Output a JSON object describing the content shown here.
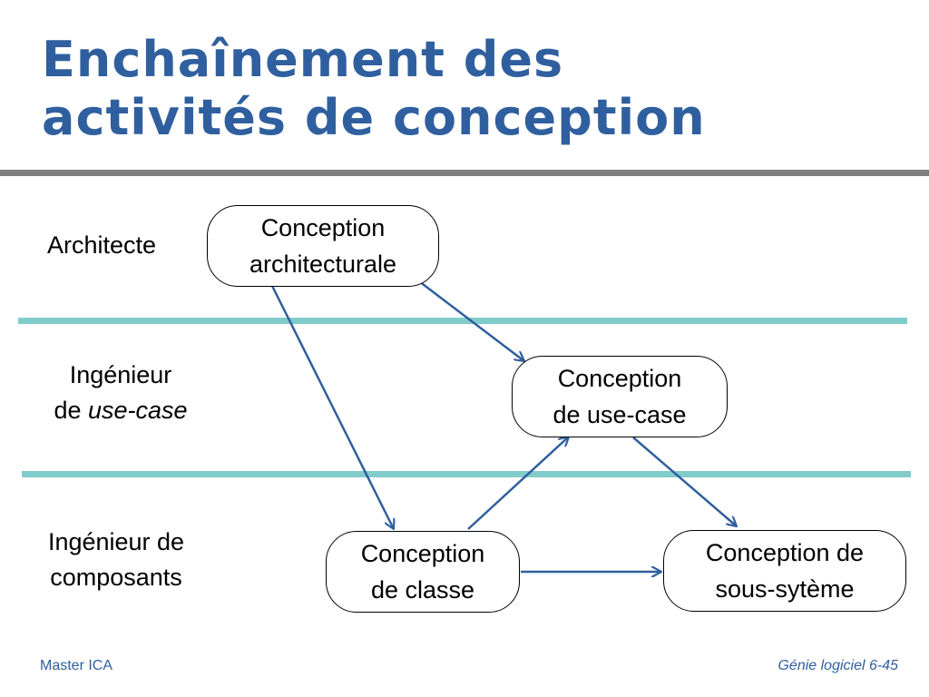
{
  "title": {
    "line1": "Enchaînement des",
    "line2": "activités de conception"
  },
  "roles": {
    "architecte": "Architecte",
    "use_case_line1": "Ingénieur",
    "use_case_prefix": "de ",
    "use_case_italic": "use-case",
    "composants_line1": "Ingénieur de",
    "composants_line2": "composants"
  },
  "nodes": {
    "architecturale": {
      "line1": "Conception",
      "line2": "architecturale"
    },
    "use_case": {
      "line1": "Conception",
      "line2": "de use-case"
    },
    "classe": {
      "line1": "Conception",
      "line2": "de classe"
    },
    "sous_systeme": {
      "line1": "Conception de",
      "line2": "sous-sytème"
    }
  },
  "footer": {
    "left": "Master ICA",
    "right": "Génie logiciel 6-45"
  },
  "colors": {
    "title": "#2f5f9e",
    "arrow": "#2f5f9e",
    "swimlane": "#80cccb",
    "rule": "#7f7f7f"
  }
}
